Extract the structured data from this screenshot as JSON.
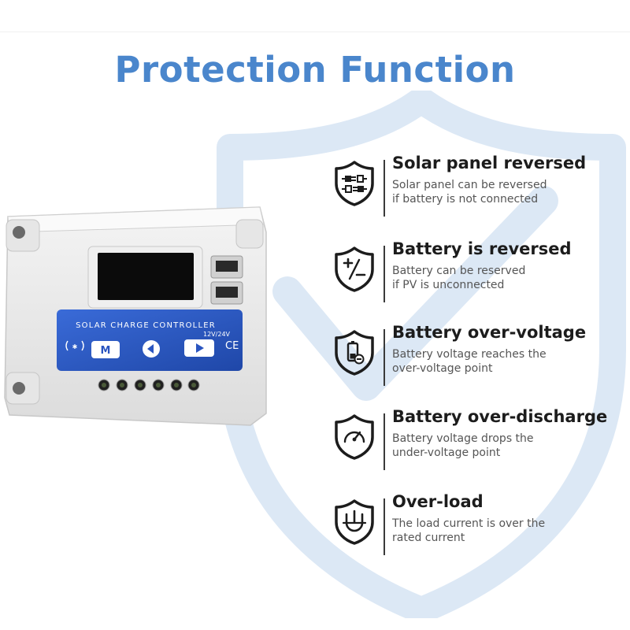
{
  "title": "Protection Function",
  "colors": {
    "accent": "#4a86cc",
    "shield_bg": "#dce8f5",
    "text_dark": "#1c1c1c",
    "text_muted": "#555555"
  },
  "device": {
    "panel_label": "SOLAR CHARGE CONTROLLER",
    "voltage": "12V/24V",
    "ce": "CE",
    "menu_button": "M"
  },
  "features": [
    {
      "icon": "plug-reverse-icon",
      "title": "Solar panel reversed",
      "line1": "Solar panel can be reversed",
      "line2": "if battery is not connected"
    },
    {
      "icon": "plus-minus-icon",
      "title": "Battery is reversed",
      "line1": "Battery can be reserved",
      "line2": "if PV is unconnected"
    },
    {
      "icon": "battery-voltage-icon",
      "title": "Battery over-voltage",
      "line1": "Battery voltage reaches the",
      "line2": "over-voltage point"
    },
    {
      "icon": "gauge-icon",
      "title": "Battery over-discharge",
      "line1": "Battery voltage drops the",
      "line2": "under-voltage point"
    },
    {
      "icon": "load-icon",
      "title": "Over-load",
      "line1": "The load current is over the",
      "line2": "rated current"
    }
  ]
}
